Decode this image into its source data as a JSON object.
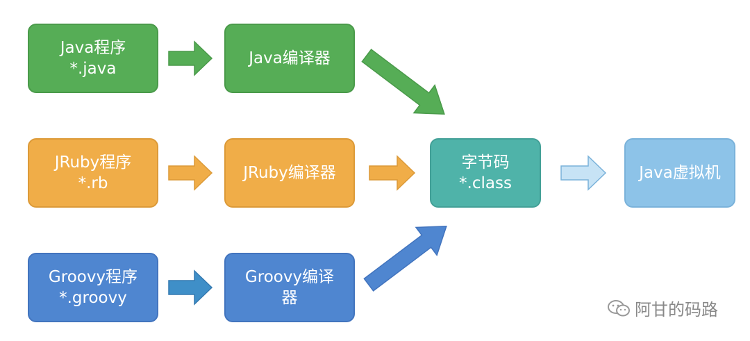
{
  "nodes": {
    "java_program": [
      "Java程序",
      "*.java"
    ],
    "java_compiler": [
      "Java编译器"
    ],
    "jruby_program": [
      "JRuby程序",
      "*.rb"
    ],
    "jruby_compiler": [
      "JRuby编译器"
    ],
    "groovy_program": [
      "Groovy程序",
      "*.groovy"
    ],
    "groovy_compiler": [
      "Groovy编译",
      "器"
    ],
    "bytecode": [
      "字节码",
      "*.class"
    ],
    "jvm": [
      "Java虚拟机"
    ]
  },
  "colors": {
    "green": "#56ad56",
    "orange": "#f0ad48",
    "blue": "#4f86d0",
    "teal": "#4fb3a9",
    "sky": "#8dc3e8"
  },
  "watermark": {
    "text": "阿甘的码路",
    "icon": "wechat-icon"
  }
}
